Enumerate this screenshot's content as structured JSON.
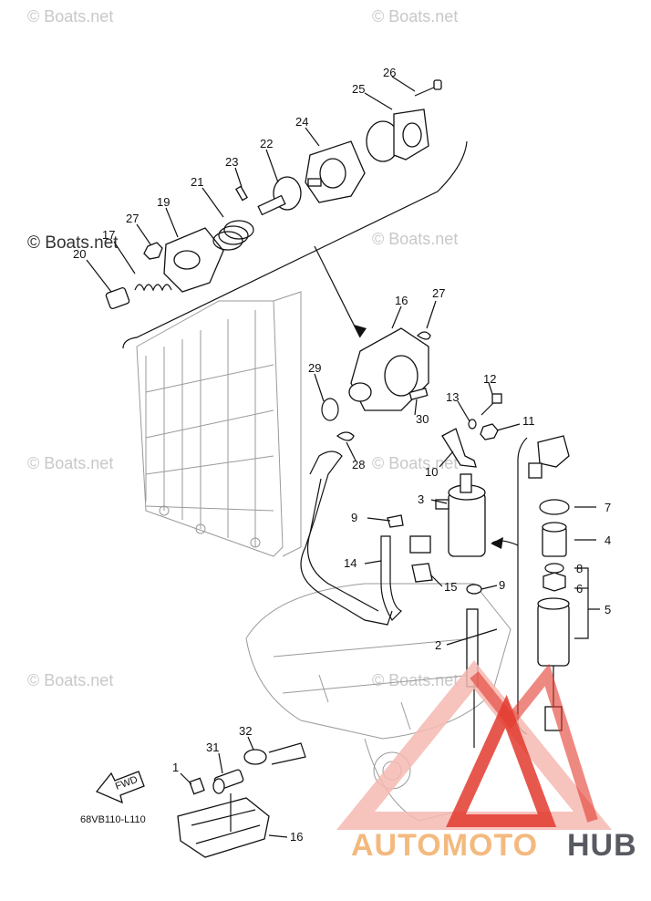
{
  "watermark_text": "© Boats.net",
  "diagram_code": "68VB110-L110",
  "fwd_label": "FWD",
  "brand": {
    "part1": "AUTOMOTO",
    "part2": "HUB"
  },
  "callouts": [
    "1",
    "2",
    "3",
    "4",
    "5",
    "6",
    "7",
    "8",
    "9",
    "9",
    "10",
    "11",
    "12",
    "13",
    "14",
    "15",
    "16",
    "16",
    "17",
    "19",
    "20",
    "21",
    "22",
    "23",
    "24",
    "25",
    "26",
    "27",
    "27",
    "28",
    "29",
    "30",
    "31",
    "32"
  ],
  "colors": {
    "line": "#111111",
    "watermark": "#c8c8c8",
    "brand_orange": "#f3b97e",
    "brand_gray": "#585a61",
    "logo_red": "#e23a2e",
    "logo_pink": "#f6b9b2"
  }
}
